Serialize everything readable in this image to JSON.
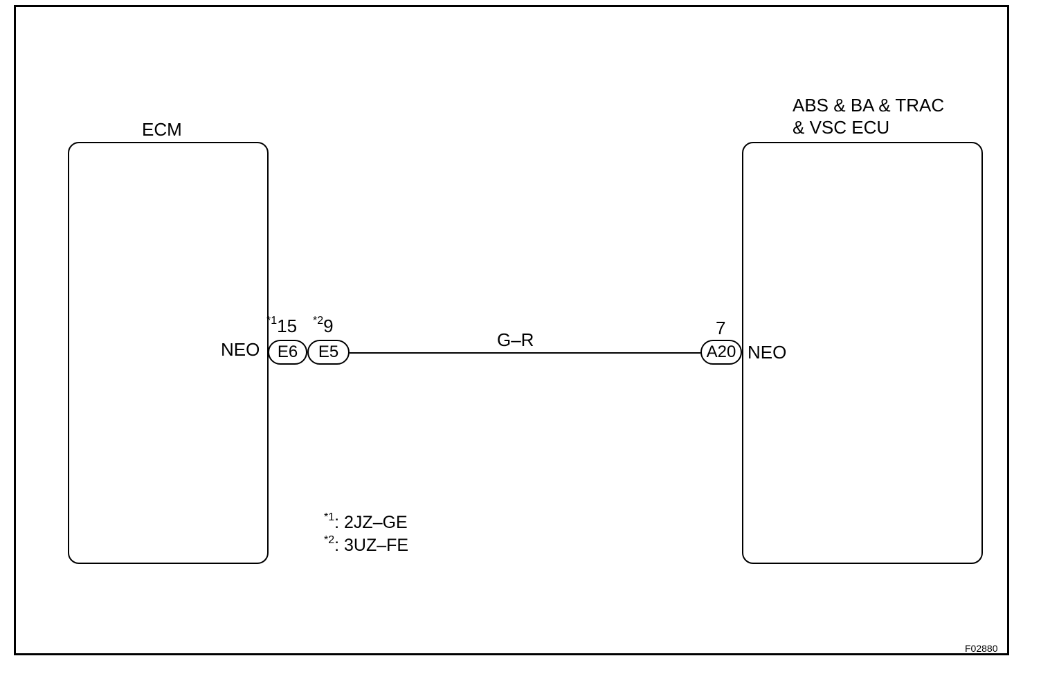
{
  "diagram": {
    "ecm": {
      "title": "ECM",
      "pin_name": "NEO"
    },
    "abs_ecu": {
      "title_line1": "ABS & BA & TRAC",
      "title_line2": "& VSC ECU",
      "pin_name": "NEO",
      "pin_number": "7",
      "connector": "A20"
    },
    "ecm_connectors": [
      {
        "marker": "*1",
        "pin_number": "15",
        "connector": "E6"
      },
      {
        "marker": "*2",
        "pin_number": "9",
        "connector": "E5"
      }
    ],
    "wire": {
      "color_code": "G–R"
    },
    "footnotes": [
      {
        "marker": "*1",
        "text": ": 2JZ–GE"
      },
      {
        "marker": "*2",
        "text": ": 3UZ–FE"
      }
    ],
    "figure_id": "F02880"
  }
}
